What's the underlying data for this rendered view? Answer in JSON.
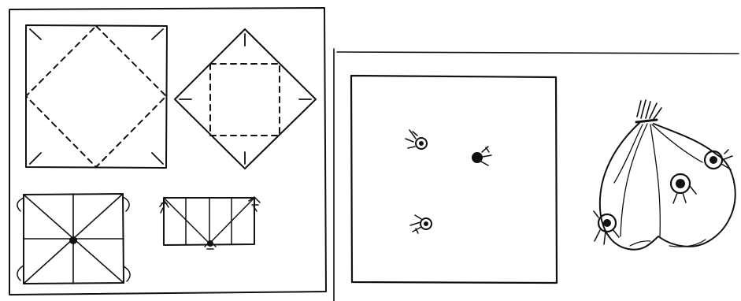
{
  "figure": {
    "panels": [
      {
        "id": "left",
        "content": "folding-steps"
      },
      {
        "id": "right",
        "content": "tied-cloth-result"
      }
    ],
    "colors": {
      "ink": "#111111",
      "paper": "#ffffff"
    }
  }
}
